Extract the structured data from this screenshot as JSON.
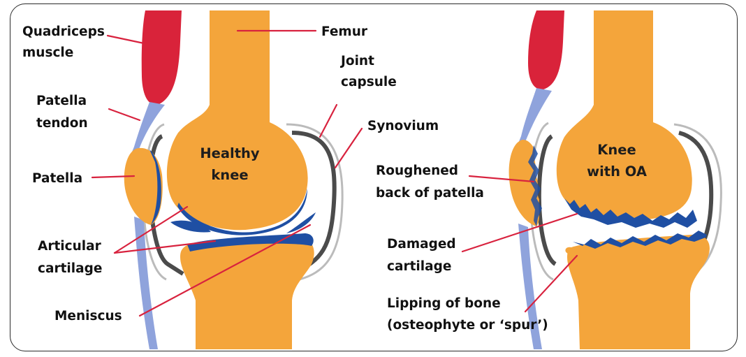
{
  "healthy": {
    "title_line1": "Healthy",
    "title_line2": "knee",
    "labels": {
      "quadriceps_line1": "Quadriceps",
      "quadriceps_line2": "muscle",
      "femur": "Femur",
      "joint_capsule_line1": "Joint",
      "joint_capsule_line2": "capsule",
      "patella_tendon_line1": "Patella",
      "patella_tendon_line2": "tendon",
      "synovium": "Synovium",
      "patella": "Patella",
      "articular_line1": "Articular",
      "articular_line2": "cartilage",
      "meniscus": "Meniscus"
    }
  },
  "oa": {
    "title_line1": "Knee",
    "title_line2": "with OA",
    "labels": {
      "roughened_line1": "Roughened",
      "roughened_line2": "back of patella",
      "damaged_line1": "Damaged",
      "damaged_line2": "cartilage",
      "lipping_line1": "Lipping of bone",
      "lipping_line2": "(osteophyte or ‘spur’)"
    }
  },
  "colors": {
    "bone": "#f4a53b",
    "cartilage": "#1f4fa3",
    "muscle": "#d9233a",
    "tendon": "#8fa3dc",
    "capsule": "#444444",
    "leader": "#d8223e"
  }
}
